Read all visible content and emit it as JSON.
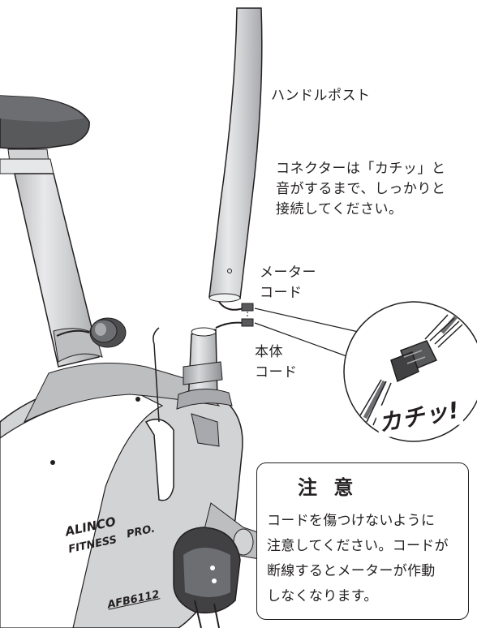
{
  "labels": {
    "handle_post": "ハンドルポスト",
    "connector_note": [
      "コネクターは「カチッ」と",
      "音がするまで、しっかりと",
      "接続してください。"
    ],
    "meter_cord": [
      "メーター",
      "コード"
    ],
    "body_cord": [
      "本体",
      "コード"
    ],
    "click_sound": "カチッ!"
  },
  "caution": {
    "title": "注 意",
    "lines": [
      "コードを傷つけないように",
      "注意してください。コードが",
      "断線するとメーターが作動",
      "しなくなります。"
    ]
  },
  "brand": {
    "line1": "ALINCO",
    "line2": "FITNESS",
    "line3": "PRO.",
    "model": "AFB6112"
  },
  "icons": [
    "warning-triangle-icon"
  ]
}
